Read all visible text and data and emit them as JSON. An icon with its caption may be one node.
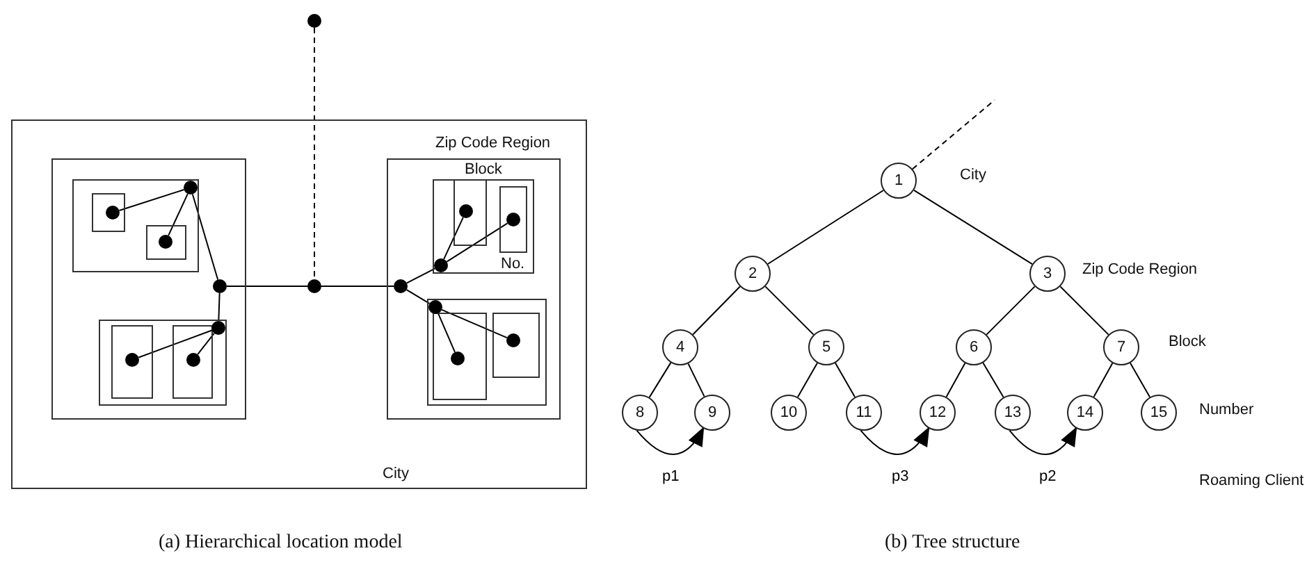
{
  "diagram": {
    "nodes": [
      {
        "text": [
          "City"
        ]
      },
      {
        "text": [],
        "shape": "box",
        "in": 0
      },
      {
        "text": [],
        "shape": "box",
        "in": 1
      },
      {
        "text": [],
        "shape": "box",
        "in": 2
      },
      {
        "text": [],
        "shape": "circle",
        "in": 3
      },
      {
        "text": [],
        "shape": "box",
        "in": 2
      },
      {
        "text": [],
        "shape": "circle",
        "in": 5
      },
      {
        "text": [],
        "shape": "circle",
        "in": 2
      },
      {
        "text": [],
        "shape": "circle",
        "in": 1
      },
      {
        "text": [],
        "shape": "box",
        "in": 1
      },
      {
        "text": [],
        "shape": "box",
        "in": 9
      },
      {
        "text": [],
        "shape": "circle",
        "in": 10
      },
      {
        "text": [],
        "shape": "box",
        "in": 9
      },
      {
        "text": [],
        "shape": "circle",
        "in": 12
      },
      {
        "text": [],
        "shape": "circle",
        "in": 9
      },
      {
        "text": [],
        "shape": "circle"
      },
      {
        "text": [],
        "shape": "circle",
        "in": 0
      },
      {
        "text": [
          "Zip Code Region"
        ],
        "in": 0
      },
      {
        "text": [
          "Block"
        ],
        "in": 17
      },
      {
        "text": [],
        "shape": "box",
        "in": 18
      },
      {
        "text": [],
        "shape": "circle",
        "in": 19
      },
      {
        "text": [
          "No."
        ],
        "in": 18
      },
      {
        "text": [],
        "shape": "circle",
        "in": 21
      },
      {
        "text": [],
        "shape": "circle",
        "in": 18
      },
      {
        "text": [],
        "shape": "circle",
        "in": 17
      },
      {
        "text": [],
        "shape": "box",
        "in": 17
      },
      {
        "text": [],
        "shape": "box",
        "in": 25
      },
      {
        "text": [],
        "shape": "circle",
        "in": 26
      },
      {
        "text": [],
        "shape": "box",
        "in": 25
      },
      {
        "text": [],
        "shape": "circle",
        "in": 28
      },
      {
        "text": [],
        "shape": "circle",
        "in": 25
      },
      {
        "text": [
          "1"
        ]
      },
      {
        "text": [
          "2"
        ]
      },
      {
        "text": [
          "3"
        ]
      },
      {
        "text": [
          "4"
        ]
      },
      {
        "text": [
          "5"
        ]
      },
      {
        "text": [
          "6"
        ]
      },
      {
        "text": [
          "7"
        ]
      },
      {
        "text": [
          "8"
        ]
      },
      {
        "text": [
          "9"
        ]
      },
      {
        "text": [
          "10"
        ]
      },
      {
        "text": [
          "11"
        ]
      },
      {
        "text": [
          "12"
        ]
      },
      {
        "text": [
          "13"
        ]
      },
      {
        "text": [
          "14"
        ]
      },
      {
        "text": [
          "15"
        ]
      }
    ],
    "edges": [
      {
        "from": 4,
        "to": 7,
        "arrow": "none"
      },
      {
        "from": 6,
        "to": 7,
        "arrow": "none"
      },
      {
        "from": 7,
        "to": 8,
        "arrow": "none"
      },
      {
        "from": 8,
        "to": 14,
        "arrow": "none"
      },
      {
        "from": 14,
        "to": 11,
        "arrow": "none"
      },
      {
        "from": 14,
        "to": 13,
        "arrow": "none"
      },
      {
        "from": 8,
        "to": 16,
        "arrow": "none"
      },
      {
        "from": 15,
        "to": 16,
        "arrow": "none",
        "style": "dashed"
      },
      {
        "from": 16,
        "to": 24,
        "arrow": "none"
      },
      {
        "from": 24,
        "to": 23,
        "arrow": "none"
      },
      {
        "from": 23,
        "to": 20,
        "arrow": "none"
      },
      {
        "from": 23,
        "to": 22,
        "arrow": "none"
      },
      {
        "from": 24,
        "to": 30,
        "arrow": "none"
      },
      {
        "from": 30,
        "to": 27,
        "arrow": "none"
      },
      {
        "from": 30,
        "to": 29,
        "arrow": "none"
      },
      {
        "from": 31,
        "to": null,
        "arrow": "none",
        "style": "dashed"
      },
      {
        "from": 31,
        "to": 32,
        "arrow": "none"
      },
      {
        "from": 31,
        "to": 33,
        "arrow": "none"
      },
      {
        "from": 32,
        "to": 34,
        "arrow": "none"
      },
      {
        "from": 32,
        "to": 35,
        "arrow": "none"
      },
      {
        "from": 33,
        "to": 36,
        "arrow": "none"
      },
      {
        "from": 33,
        "to": 37,
        "arrow": "none"
      },
      {
        "from": 34,
        "to": 38,
        "arrow": "none"
      },
      {
        "from": 34,
        "to": 39,
        "arrow": "none"
      },
      {
        "from": 35,
        "to": 40,
        "arrow": "none"
      },
      {
        "from": 35,
        "to": 41,
        "arrow": "none"
      },
      {
        "from": 36,
        "to": 42,
        "arrow": "none"
      },
      {
        "from": 36,
        "to": 43,
        "arrow": "none"
      },
      {
        "from": 37,
        "to": 44,
        "arrow": "none"
      },
      {
        "from": 37,
        "to": 45,
        "arrow": "none"
      },
      {
        "from": 38,
        "to": 39,
        "arrow": "to",
        "label": "p1"
      },
      {
        "from": 41,
        "to": 42,
        "arrow": "to",
        "label": "p3"
      },
      {
        "from": 43,
        "to": 44,
        "arrow": "to",
        "label": "p2"
      }
    ],
    "labels": [
      "City",
      "Zip Code Region",
      "Block",
      "Number",
      "Roaming Client",
      "(a) Hierarchical location model",
      "(b) Tree structure"
    ]
  }
}
